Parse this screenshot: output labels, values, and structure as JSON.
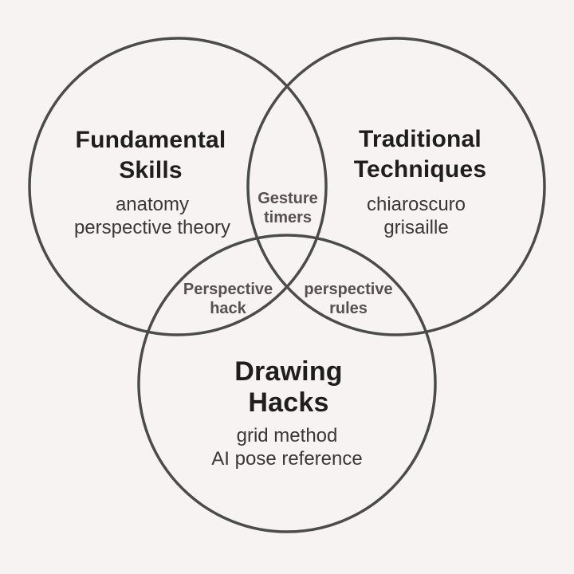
{
  "diagram": {
    "type": "venn-diagram",
    "topic": "drawing-skills",
    "background_color": "#f7f3f2",
    "circle_stroke_color": "#4b4b4b",
    "title_color": "#201d1d",
    "item_color": "#3b3737",
    "intersection_label_color": "#565050",
    "sets": [
      {
        "id": "fundamental-skills",
        "title_line1": "Fundamental",
        "title_line2": "Skills",
        "item1": "anatomy",
        "item2": "perspective theory"
      },
      {
        "id": "traditional-techniques",
        "title_line1": "Traditional",
        "title_line2": "Techniques",
        "item1": "chiaroscuro",
        "item2": "grisaille"
      },
      {
        "id": "drawing-hacks",
        "title_line1": "Drawing",
        "title_line2": "Hacks",
        "item1": "grid method",
        "item2": "AI pose reference"
      }
    ],
    "intersections": [
      {
        "id": "fundamental-traditional",
        "between": [
          "fundamental-skills",
          "traditional-techniques"
        ],
        "label_line1": "Gesture",
        "label_line2": "timers"
      },
      {
        "id": "fundamental-hacks",
        "between": [
          "fundamental-skills",
          "drawing-hacks"
        ],
        "label_line1": "Perspective",
        "label_line2": "hack"
      },
      {
        "id": "traditional-hacks",
        "between": [
          "traditional-techniques",
          "drawing-hacks"
        ],
        "label_line1": "perspective",
        "label_line2": "rules"
      }
    ]
  }
}
